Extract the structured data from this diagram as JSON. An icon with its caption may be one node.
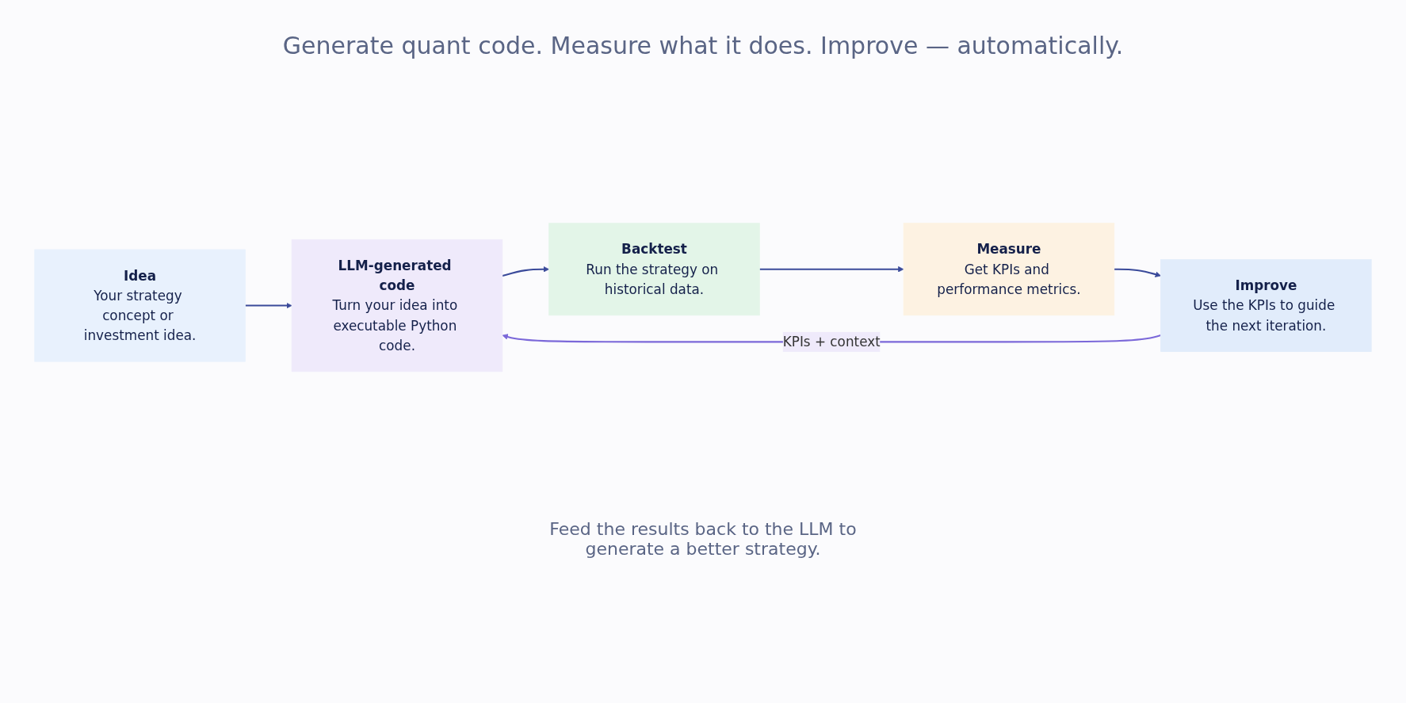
{
  "diagram": {
    "nodes": [
      {
        "text": [
          "Idea",
          "Your strategy concept or investment idea."
        ]
      },
      {
        "text": [
          "LLM-generated code",
          "Turn your idea into executable Python code."
        ]
      },
      {
        "text": [
          "Backtest",
          "Run the strategy on historical data."
        ]
      },
      {
        "text": [
          "Measure",
          "Get KPIs and performance metrics."
        ]
      },
      {
        "text": [
          "Improve",
          "Use the KPIs to guide the next iteration."
        ]
      }
    ],
    "edges": [
      {
        "from": 0,
        "to": 1,
        "arrow": "to"
      },
      {
        "from": 1,
        "to": 2,
        "arrow": "to"
      },
      {
        "from": 2,
        "to": 3,
        "arrow": "to"
      },
      {
        "from": 3,
        "to": 4,
        "arrow": "to"
      },
      {
        "from": 4,
        "to": 1,
        "arrow": "to",
        "label": "KPIs + context",
        "color": "#7b68d9"
      }
    ],
    "labels": [
      "Generate quant code. Measure what it does. Improve — automatically.",
      "Feed the results back to the LLM to generate a better strategy."
    ]
  }
}
